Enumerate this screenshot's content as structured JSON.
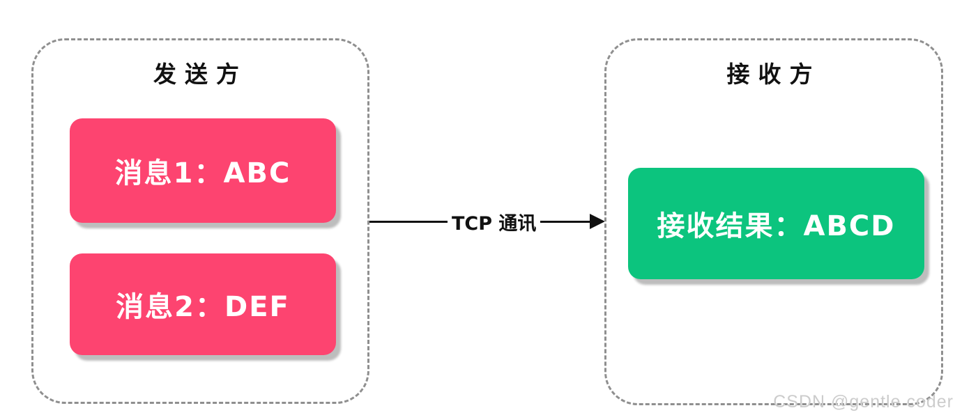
{
  "sender": {
    "title": "发送方",
    "messages": [
      {
        "label": "消息1：ABC"
      },
      {
        "label": "消息2：DEF"
      }
    ]
  },
  "receiver": {
    "title": "接收方",
    "result_label": "接收结果：ABCD"
  },
  "arrow": {
    "label": "TCP 通讯"
  },
  "watermark": "CSDN @gentle coder",
  "colors": {
    "message_box": "#FD4470",
    "result_box": "#0CC47E",
    "border": "#8f8f8f",
    "text_dark": "#111111",
    "box_text": "#ffffff",
    "shadow": "#bdbdbd",
    "watermark": "#cccccc"
  }
}
